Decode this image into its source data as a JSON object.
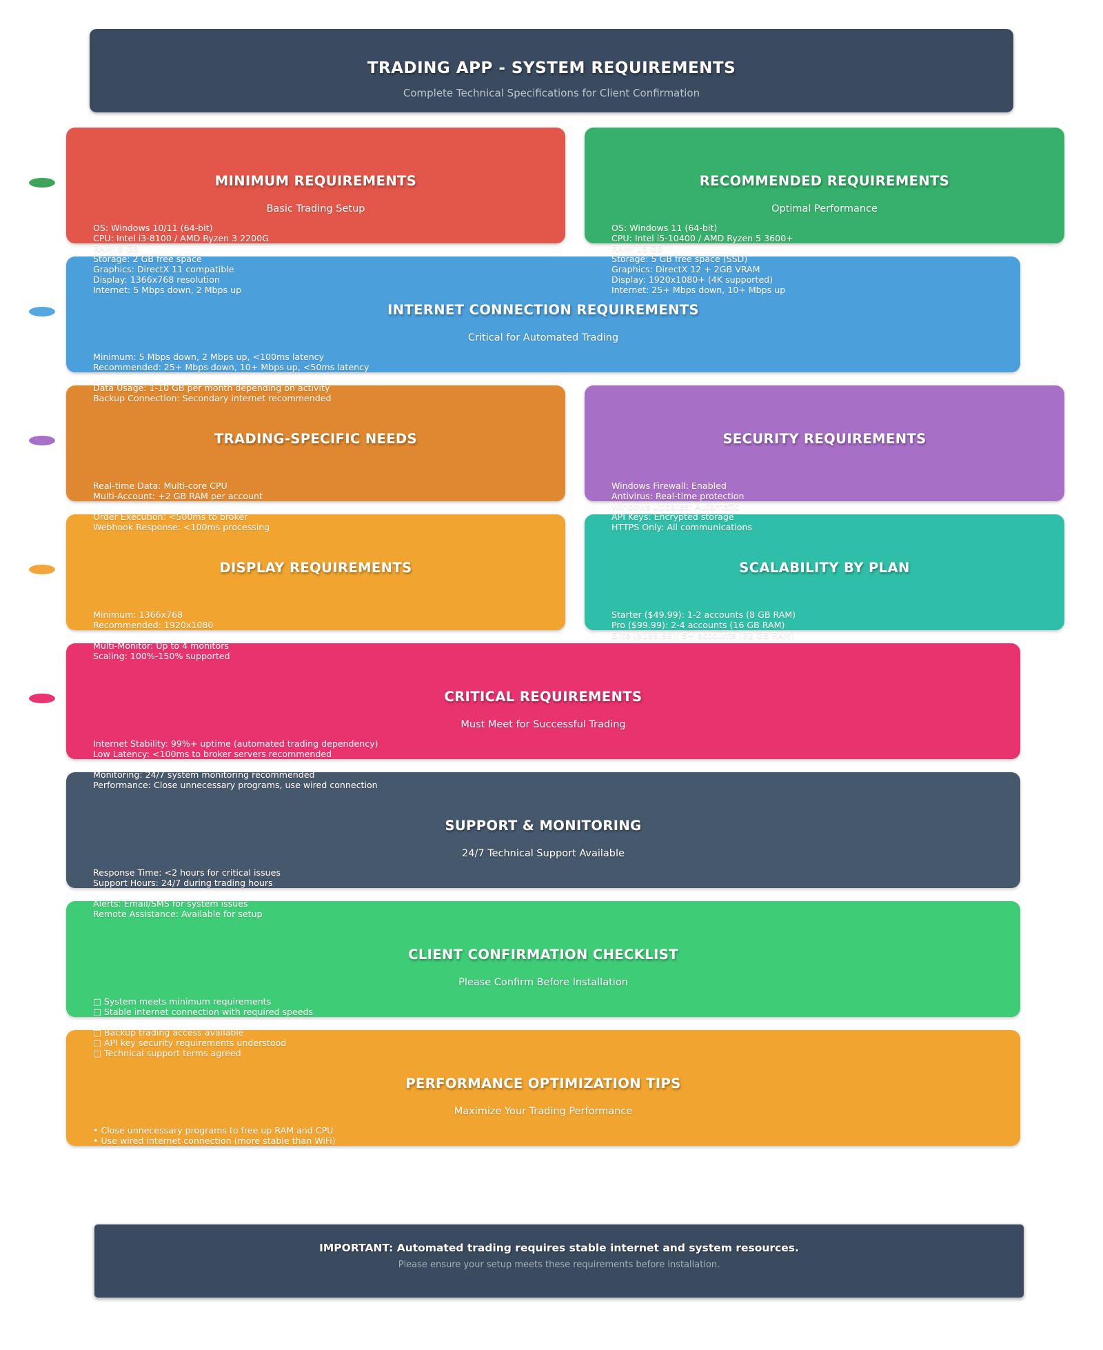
{
  "header": {
    "title": "TRADING APP - SYSTEM REQUIREMENTS",
    "subtitle": "Complete Technical Specifications for Client Confirmation",
    "bg": "#3a4b5f"
  },
  "cards": {
    "minimum": {
      "title": "MINIMUM REQUIREMENTS",
      "subtitle": "Basic Trading Setup",
      "bg": "#e2574a",
      "lines": [
        "OS: Windows 10/11 (64-bit)",
        "CPU: Intel i3-8100 / AMD Ryzen 3 2200G",
        "RAM: 8 GB",
        "Storage: 2 GB free space",
        "Graphics: DirectX 11 compatible",
        "Display: 1366x768 resolution",
        "Internet: 5 Mbps down, 2 Mbps up"
      ]
    },
    "recommended": {
      "title": "RECOMMENDED REQUIREMENTS",
      "subtitle": "Optimal Performance",
      "bg": "#36b06a",
      "lines": [
        "OS: Windows 11 (64-bit)",
        "CPU: Intel i5-10400 / AMD Ryzen 5 3600+",
        "RAM: 16 GB",
        "Storage: 5 GB free space (SSD)",
        "Graphics: DirectX 12 + 2GB VRAM",
        "Display: 1920x1080+ (4K supported)",
        "Internet: 25+ Mbps down, 10+ Mbps up"
      ]
    },
    "internet": {
      "title": "INTERNET CONNECTION REQUIREMENTS",
      "subtitle": "Critical for Automated Trading",
      "bg": "#4b9fdb",
      "lines": [
        "Minimum: 5 Mbps down, 2 Mbps up, <100ms latency",
        "Recommended: 25+ Mbps down, 10+ Mbps up, <50ms latency",
        "",
        "Data Usage: 1-10 GB per month depending on activity",
        "Backup Connection: Secondary internet recommended"
      ]
    },
    "trading": {
      "title": "TRADING-SPECIFIC NEEDS",
      "subtitle": "",
      "bg": "#e0882f",
      "lines": [
        "Real-time Data: Multi-core CPU",
        "Multi-Account: +2 GB RAM per account",
        "",
        "Order Execution: <500ms to broker",
        "Webhook Response: <100ms processing"
      ]
    },
    "security": {
      "title": "SECURITY REQUIREMENTS",
      "subtitle": "",
      "bg": "#a76fc5",
      "lines": [
        "Windows Firewall: Enabled",
        "Antivirus: Real-time protection",
        "Windows Updates: Automatic",
        "API Keys: Encrypted storage",
        "HTTPS Only: All communications"
      ]
    },
    "display": {
      "title": "DISPLAY REQUIREMENTS",
      "subtitle": "",
      "bg": "#f1a42f",
      "lines": [
        "Minimum: 1366x768",
        "Recommended: 1920x1080",
        "",
        "Multi-Monitor: Up to 4 monitors",
        "Scaling: 100%-150% supported"
      ]
    },
    "scalability": {
      "title": "SCALABILITY BY PLAN",
      "subtitle": "",
      "bg": "#2fbfa8",
      "lines": [
        "Starter ($49.99): 1-2 accounts (8 GB RAM)",
        "Pro ($99.99): 2-4 accounts (16 GB RAM)",
        "Elite ($199.99): 5+ accounts (32 GB RAM)"
      ]
    },
    "critical": {
      "title": "CRITICAL REQUIREMENTS",
      "subtitle": "Must Meet for Successful Trading",
      "bg": "#e8336f",
      "lines": [
        "Internet Stability: 99%+ uptime (automated trading dependency)",
        "Low Latency: <100ms to broker servers recommended",
        "",
        "Monitoring: 24/7 system monitoring recommended",
        "Performance: Close unnecessary programs, use wired connection"
      ]
    },
    "support": {
      "title": "SUPPORT & MONITORING",
      "subtitle": "24/7 Technical Support Available",
      "bg": "#46586c",
      "lines": [
        "Response Time: <2 hours for critical issues",
        "Support Hours: 24/7 during trading hours",
        "",
        "Alerts: Email/SMS for system issues",
        "Remote Assistance: Available for setup"
      ]
    },
    "checklist": {
      "title": "CLIENT CONFIRMATION CHECKLIST",
      "subtitle": "Please Confirm Before Installation",
      "bg": "#3ecc77",
      "lines": [
        "□ System meets minimum requirements",
        "□ Stable internet connection with required speeds",
        "",
        "□ Backup trading access available",
        "□ API key security requirements understood",
        "□ Technical support terms agreed"
      ]
    },
    "tips": {
      "title": "PERFORMANCE OPTIMIZATION TIPS",
      "subtitle": "Maximize Your Trading Performance",
      "bg": "#f1a42f",
      "lines": [
        "• Close unnecessary programs to free up RAM and CPU",
        "• Use wired internet connection (more stable than WiFi)"
      ]
    }
  },
  "footer": {
    "title": "IMPORTANT: Automated trading requires stable internet and system resources.",
    "subtitle": "Please ensure your setup meets these requirements before installation.",
    "bg": "#3a4b5f"
  },
  "decor": {
    "dots": [
      "#3fa45b",
      "#55a8df",
      "#a671c8",
      "#f2a53a",
      "#e8346f"
    ]
  }
}
